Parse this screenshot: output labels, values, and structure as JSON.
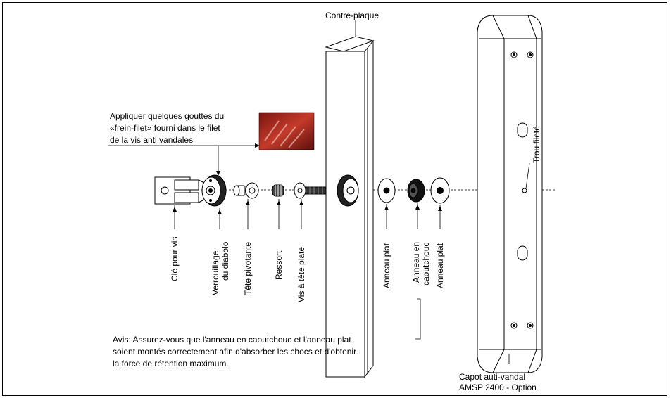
{
  "labels": {
    "contre_plaque": "Contre-plaque",
    "instruction_line1": "Appliquer quelques gouttes du",
    "instruction_line2": "«frein-filet» fourni dans le filet",
    "instruction_line3": "de la vis anti vandales",
    "cle_pour_vis": "Clé pour vis",
    "verrouillage_line1": "Verrouillage",
    "verrouillage_line2": "du diabolo",
    "tete_pivotante": "Tête pivotante",
    "ressort": "Ressort",
    "vis_tete_plate": "Vis à tête plate",
    "anneau_plat_1": "Anneau plat",
    "anneau_caoutchouc_line1": "Anneau en",
    "anneau_caoutchouc_line2": "caoutchouc",
    "anneau_plat_2": "Anneau plat",
    "trou_filete": "Trou fileté",
    "avis_line1": "Avis: Assurez-vous que l'anneau en caoutchouc et l'anneau plat",
    "avis_line2": "soient montés correctement afin d'absorber les chocs et d'obtenir",
    "avis_line3": "la force de rétention maximum.",
    "capot_line1": "Capot auti-vandal",
    "capot_line2": "AMSP 2400 - Option"
  }
}
